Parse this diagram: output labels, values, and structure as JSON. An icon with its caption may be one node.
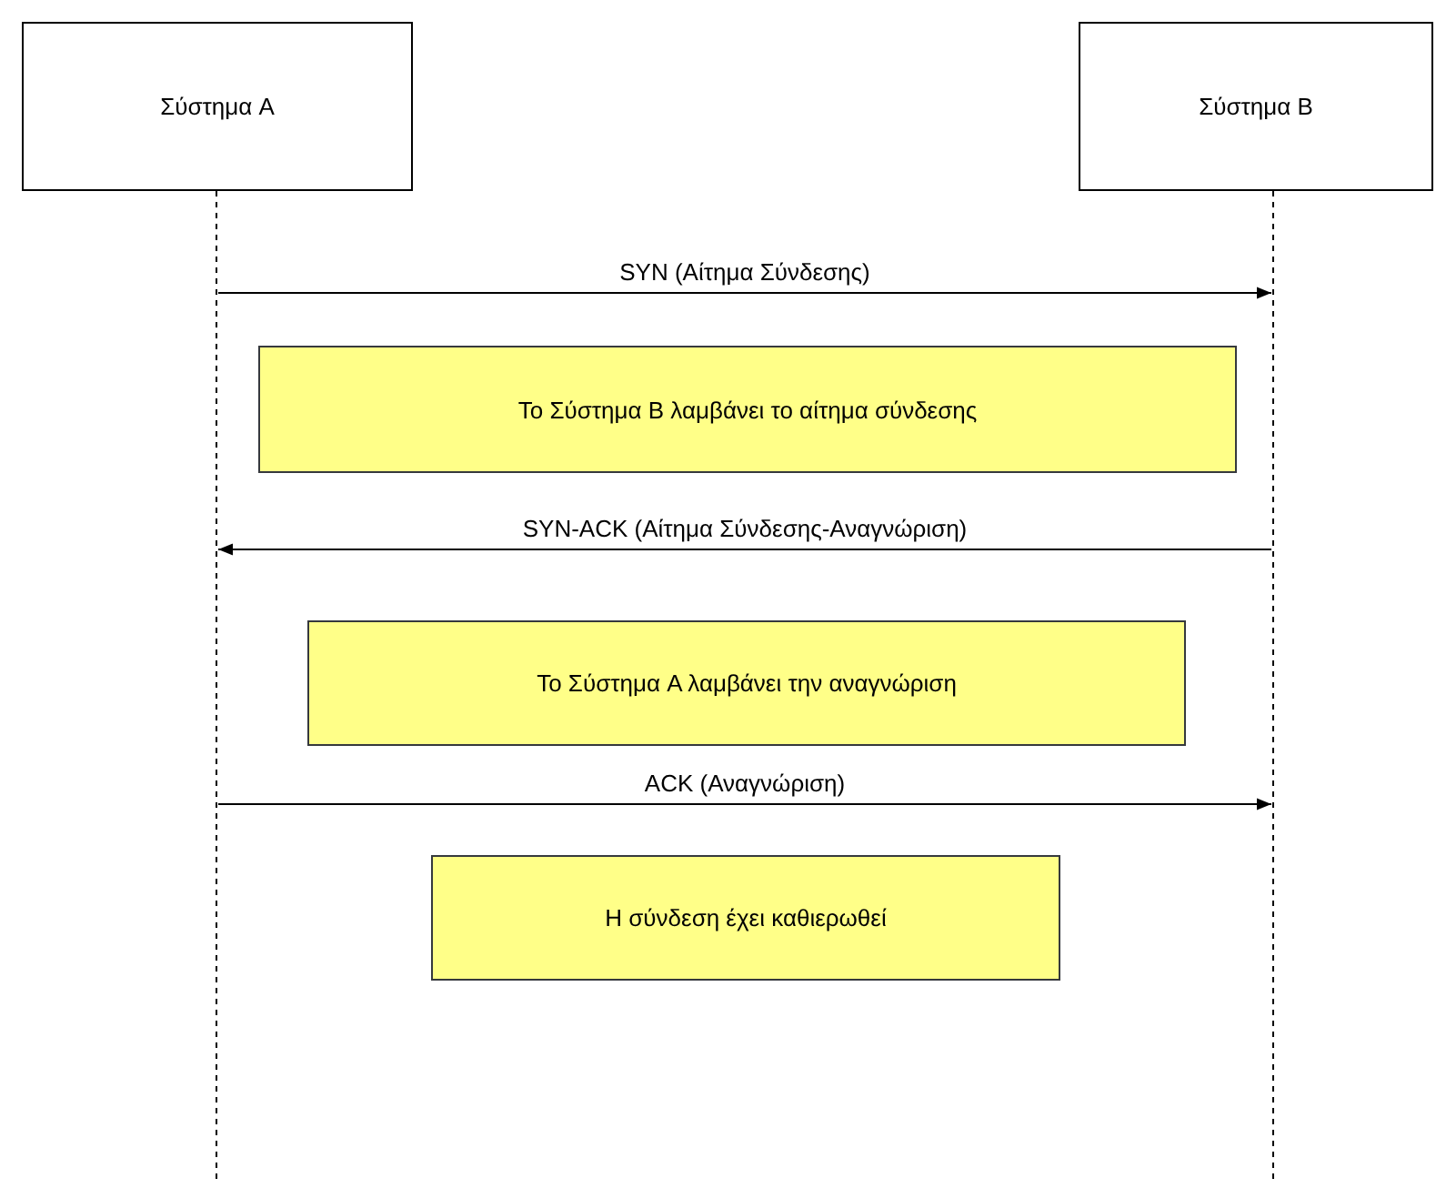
{
  "diagram": {
    "nodes": [
      {
        "text": [
          "Σύστημα A"
        ]
      },
      {
        "text": [
          "Σύστημα B"
        ]
      },
      {
        "text": [],
        "shape": "line"
      },
      {
        "text": [],
        "shape": "line"
      },
      {
        "text": [
          "Το Σύστημα B λαμβάνει το αίτημα σύνδεσης"
        ]
      },
      {
        "text": [
          "Το Σύστημα A λαμβάνει την αναγνώριση"
        ]
      },
      {
        "text": [
          "Η σύνδεση έχει καθιερωθεί"
        ]
      }
    ],
    "edges": [
      {
        "from": 2,
        "to": 3,
        "arrow": "to",
        "label": "SYN (Αίτημα Σύνδεσης)"
      },
      {
        "from": 3,
        "to": 2,
        "arrow": "to",
        "label": "SYN-ACK (Αίτημα Σύνδεσης-Αναγνώριση)"
      },
      {
        "from": 2,
        "to": 3,
        "arrow": "to",
        "label": "ACK (Αναγνώριση)"
      }
    ]
  }
}
